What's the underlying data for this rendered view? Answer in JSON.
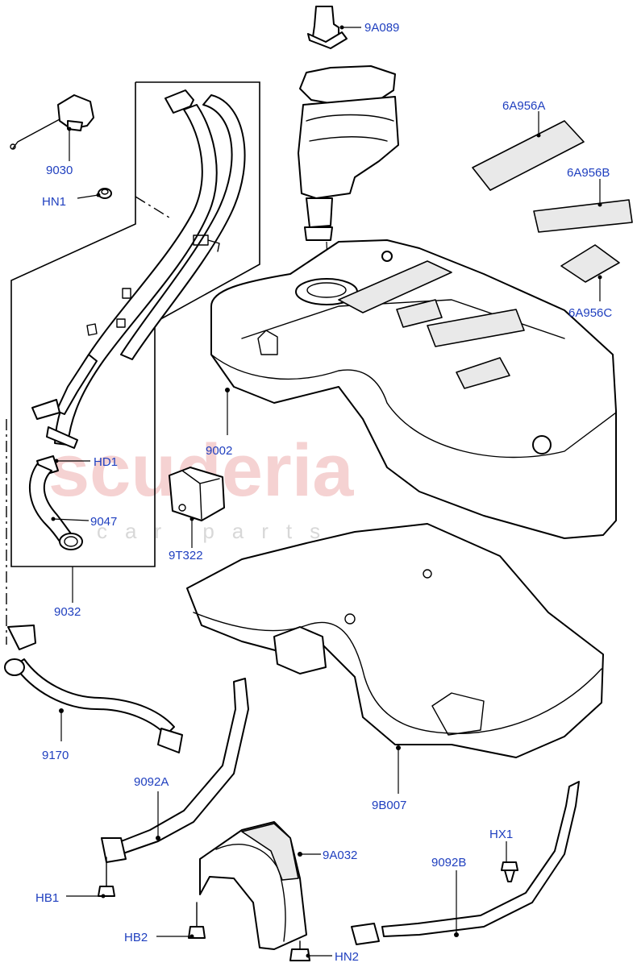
{
  "watermark": {
    "brand": "scuderia",
    "tagline": "car parts"
  },
  "labels": {
    "9A089": "9A089",
    "9030": "9030",
    "HN1": "HN1",
    "6A956A": "6A956A",
    "6A956B": "6A956B",
    "6A956C": "6A956C",
    "9002": "9002",
    "HD1": "HD1",
    "9047": "9047",
    "9T322": "9T322",
    "9032": "9032",
    "9170": "9170",
    "9092A": "9092A",
    "9B007": "9B007",
    "HX1": "HX1",
    "9A032": "9A032",
    "9092B": "9092B",
    "HB1": "HB1",
    "HB2": "HB2",
    "HN2": "HN2"
  },
  "colors": {
    "label": "#1f3fbf",
    "watermark": "#f2c3c3",
    "line": "#000000"
  }
}
